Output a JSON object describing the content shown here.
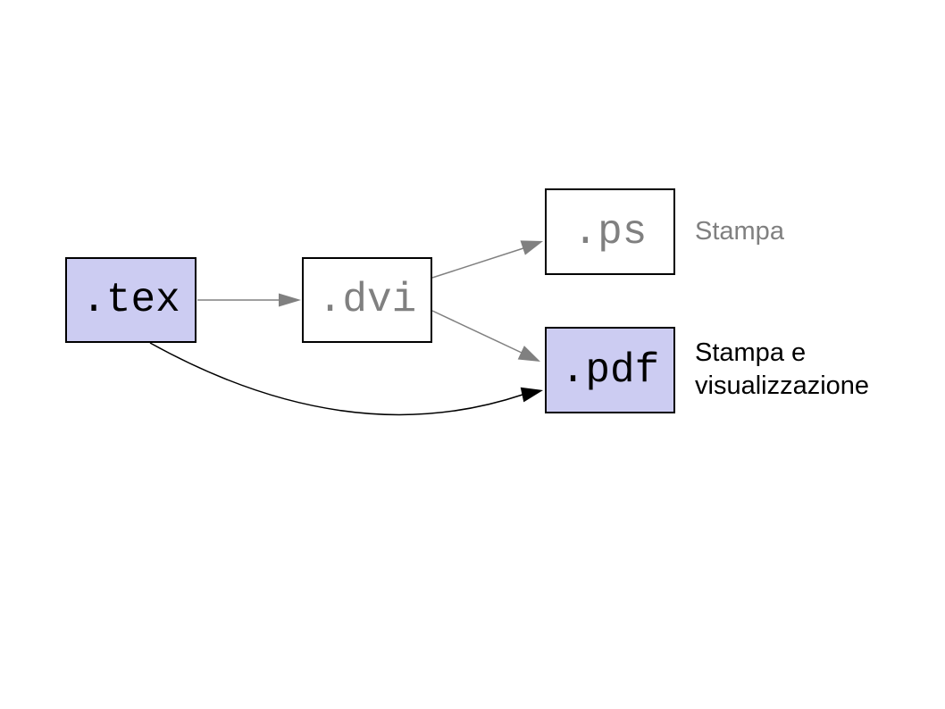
{
  "diagram": {
    "title": "latex-compilation-workflow",
    "background_color": "#ffffff",
    "box_border_color": "#000000",
    "nodes": [
      {
        "id": "tex",
        "label": ".tex",
        "fill": "#ccccf2",
        "text_color": "#000000"
      },
      {
        "id": "dvi",
        "label": ".dvi",
        "fill": "#ffffff",
        "text_color": "#808080"
      },
      {
        "id": "ps",
        "label": ".ps",
        "fill": "#ffffff",
        "text_color": "#808080"
      },
      {
        "id": "pdf",
        "label": ".pdf",
        "fill": "#ccccf2",
        "text_color": "#000000"
      }
    ],
    "annotations": [
      {
        "for": "ps",
        "text": "Stampa",
        "lines": [
          "Stampa"
        ],
        "color": "#808080"
      },
      {
        "for": "pdf",
        "text": "Stampa e visualizzazione",
        "lines": [
          "Stampa e",
          "visualizzazione"
        ],
        "color": "#000000"
      }
    ],
    "edges": [
      {
        "from": "tex",
        "to": "dvi",
        "style": "straight",
        "color": "#808080"
      },
      {
        "from": "dvi",
        "to": "ps",
        "style": "straight",
        "color": "#808080"
      },
      {
        "from": "dvi",
        "to": "pdf",
        "style": "straight",
        "color": "#808080"
      },
      {
        "from": "tex",
        "to": "pdf",
        "style": "curved",
        "color": "#000000"
      }
    ]
  }
}
